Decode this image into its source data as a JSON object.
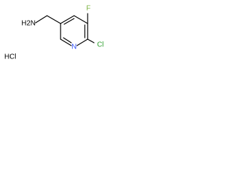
{
  "molecule": {
    "atoms": {
      "amine": "H2N",
      "fluorine": "F",
      "chlorine": "Cl",
      "nitrogen": "N"
    },
    "counterion": "HCl"
  },
  "colors": {
    "bond": "#000000",
    "carbon_text": "#000000",
    "nitrogen": "#3050f8",
    "fluorine": "#7cb342",
    "chlorine": "#2e9e2e"
  }
}
